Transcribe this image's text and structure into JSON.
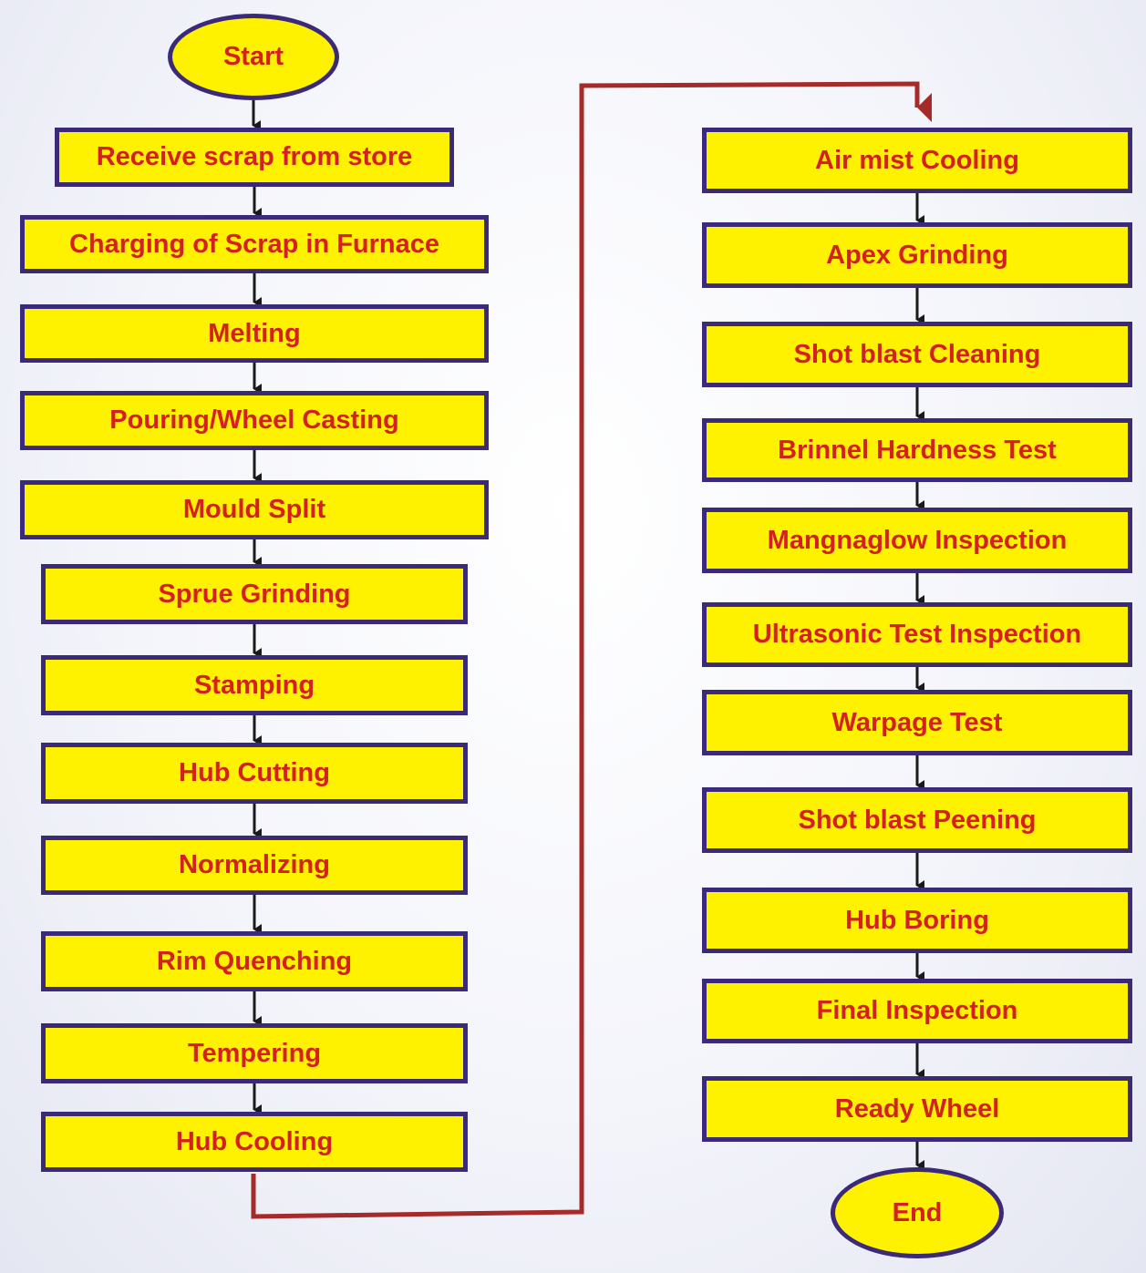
{
  "flowchart": {
    "left_column": [
      {
        "id": "start",
        "label": "Start",
        "shape": "terminal"
      },
      {
        "id": "receive-scrap",
        "label": "Receive scrap from store"
      },
      {
        "id": "charging-scrap",
        "label": "Charging of Scrap in Furnace"
      },
      {
        "id": "melting",
        "label": "Melting"
      },
      {
        "id": "pouring-casting",
        "label": "Pouring/Wheel Casting"
      },
      {
        "id": "mould-split",
        "label": "Mould Split"
      },
      {
        "id": "sprue-grinding",
        "label": "Sprue Grinding"
      },
      {
        "id": "stamping",
        "label": "Stamping"
      },
      {
        "id": "hub-cutting",
        "label": "Hub Cutting"
      },
      {
        "id": "normalizing",
        "label": "Normalizing"
      },
      {
        "id": "rim-quenching",
        "label": "Rim Quenching"
      },
      {
        "id": "tempering",
        "label": "Tempering"
      },
      {
        "id": "hub-cooling",
        "label": "Hub Cooling"
      }
    ],
    "right_column": [
      {
        "id": "air-mist-cooling",
        "label": "Air mist Cooling"
      },
      {
        "id": "apex-grinding",
        "label": "Apex Grinding"
      },
      {
        "id": "shot-blast-cleaning",
        "label": "Shot blast Cleaning"
      },
      {
        "id": "brinnel-hardness-test",
        "label": "Brinnel Hardness Test"
      },
      {
        "id": "mangnaglow-inspection",
        "label": "Mangnaglow Inspection"
      },
      {
        "id": "ultrasonic-test-inspection",
        "label": "Ultrasonic Test Inspection"
      },
      {
        "id": "warpage-test",
        "label": "Warpage Test"
      },
      {
        "id": "shot-blast-peening",
        "label": "Shot blast Peening"
      },
      {
        "id": "hub-boring",
        "label": "Hub Boring"
      },
      {
        "id": "final-inspection",
        "label": "Final Inspection"
      },
      {
        "id": "ready-wheel",
        "label": "Ready Wheel"
      },
      {
        "id": "end",
        "label": "End",
        "shape": "terminal"
      }
    ]
  },
  "colors": {
    "box_fill": "#fff200",
    "box_border": "#3b2a7a",
    "box_text": "#d42020",
    "arrow": "#1a1a1a",
    "connector": "#a52a2a"
  }
}
